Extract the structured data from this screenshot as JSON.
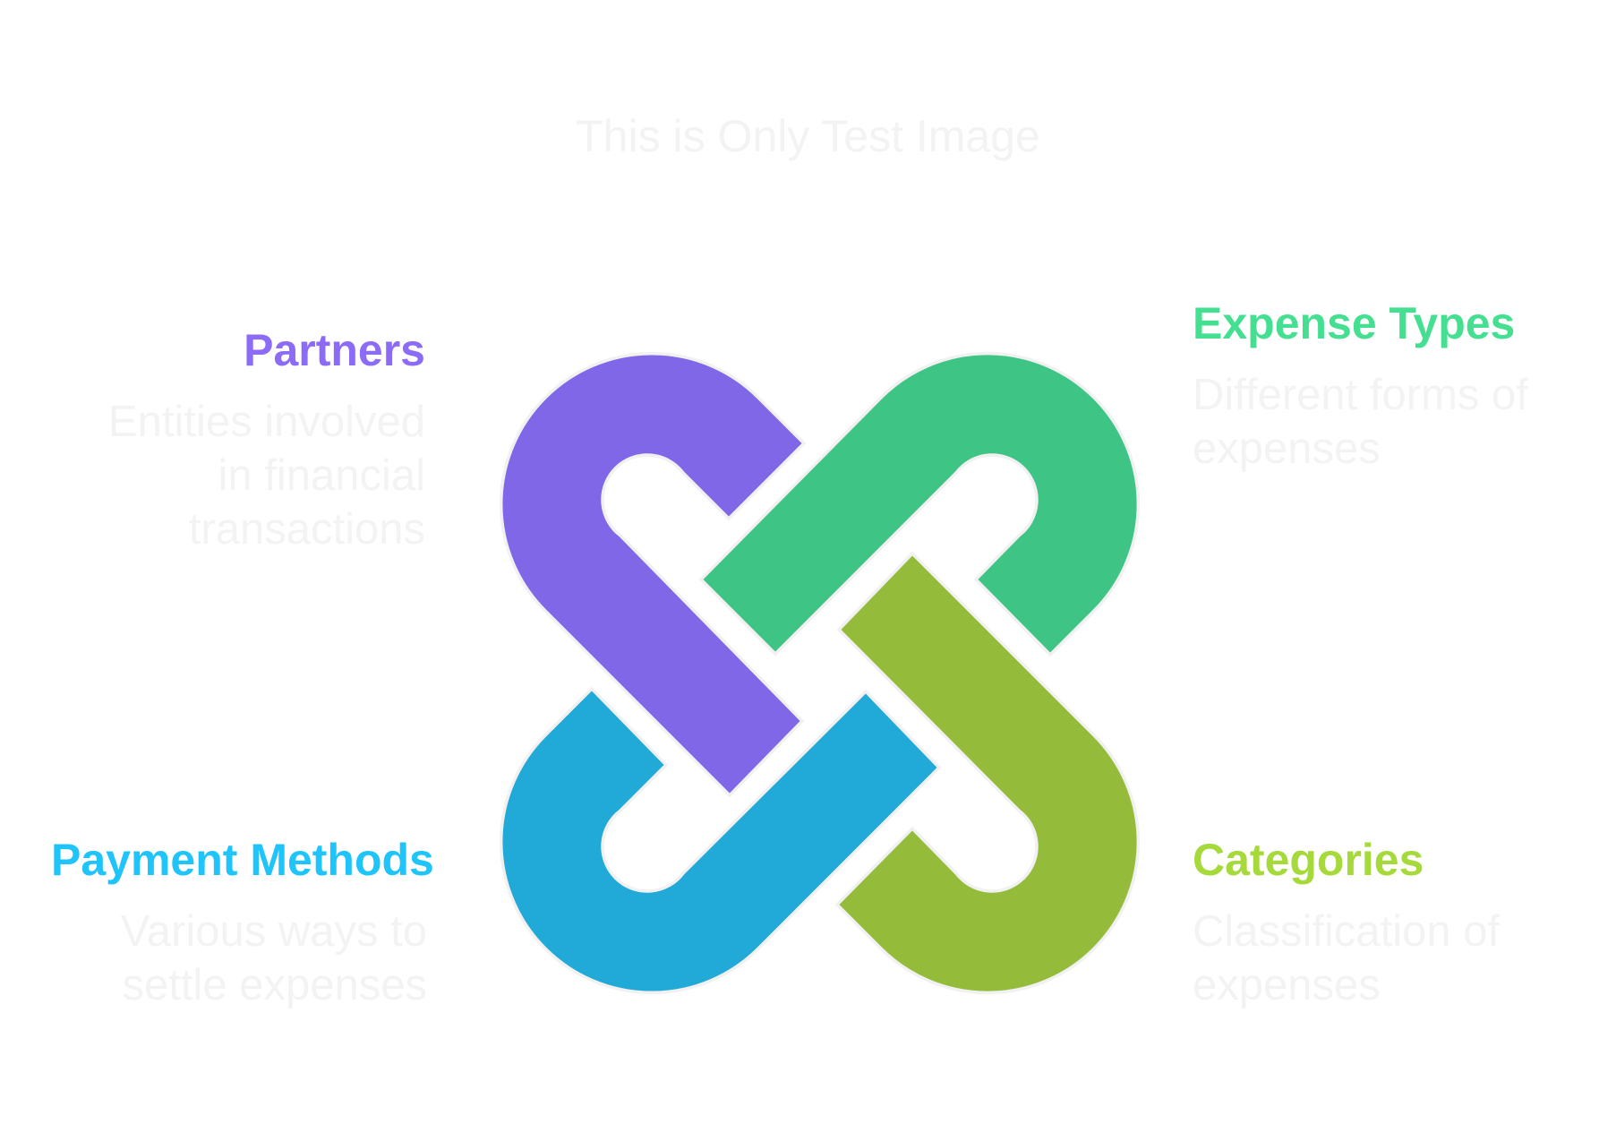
{
  "watermark": "This is Only Test Image",
  "colors": {
    "partners_shape": "#7F67E8",
    "expense_types_shape": "#3EC585",
    "payment_methods_shape": "#21A9D7",
    "categories_shape": "#94BB3A",
    "partners_title": "#8C6CF6",
    "expense_types_title": "#45DF92",
    "payment_methods_title": "#1EC4FA",
    "categories_title": "#A6D93A",
    "description_text": "#F3F3F4",
    "outline": "#F1F1F2"
  },
  "items": [
    {
      "id": "partners",
      "title": "Partners",
      "description_lines": [
        "Entities involved",
        "in financial",
        "transactions"
      ],
      "position": "top-left"
    },
    {
      "id": "expense_types",
      "title": "Expense Types",
      "description_lines": [
        "Different forms of",
        "expenses"
      ],
      "position": "top-right"
    },
    {
      "id": "payment_methods",
      "title": "Payment Methods",
      "description_lines": [
        "Various ways to",
        "settle expenses"
      ],
      "position": "bottom-left"
    },
    {
      "id": "categories",
      "title": "Categories",
      "description_lines": [
        "Classification of",
        "expenses"
      ],
      "position": "bottom-right"
    }
  ]
}
